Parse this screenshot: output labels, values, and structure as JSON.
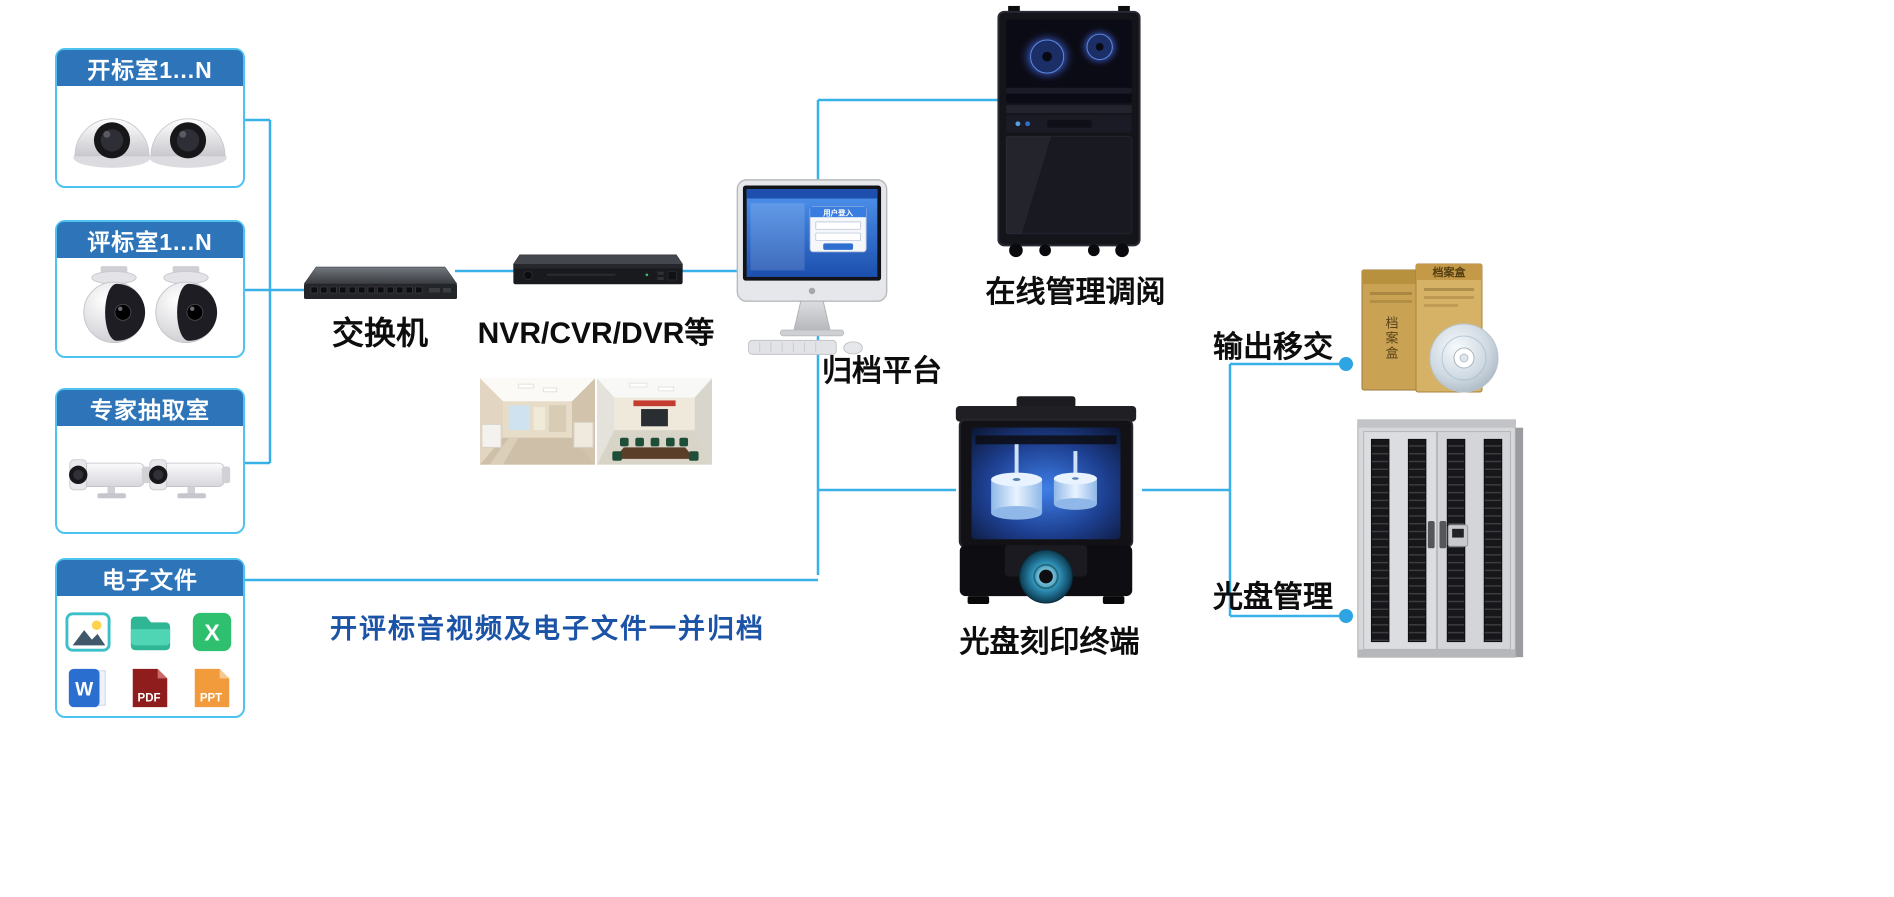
{
  "colors": {
    "header_blue": "#2e74b8",
    "box_border": "#4fc3f0",
    "wire_blue": "#38b0e8",
    "caption_blue": "#1b53a7"
  },
  "groups": [
    {
      "id": "bid-opening-rooms",
      "label": "开标室1...N"
    },
    {
      "id": "bid-evaluation-rooms",
      "label": "评标室1...N"
    },
    {
      "id": "expert-selection-room",
      "label": "专家抽取室"
    },
    {
      "id": "electronic-files",
      "label": "电子文件"
    }
  ],
  "nodes": {
    "switch": "交换机",
    "recorder": "NVR/CVR/DVR等",
    "archive_platform": "归档平台",
    "online_review": "在线管理调阅",
    "disc_burn_terminal": "光盘刻印终端",
    "output_transfer": "输出移交",
    "disc_management": "光盘管理"
  },
  "caption": "开评标音视频及电子文件一并归档",
  "file_icons": {
    "excel": "X",
    "word": "W",
    "pdf": "PDF",
    "ppt": "PPT"
  },
  "monitor": {
    "dialog_title": "用户登入"
  },
  "archive": {
    "box_label": "档案盒"
  }
}
